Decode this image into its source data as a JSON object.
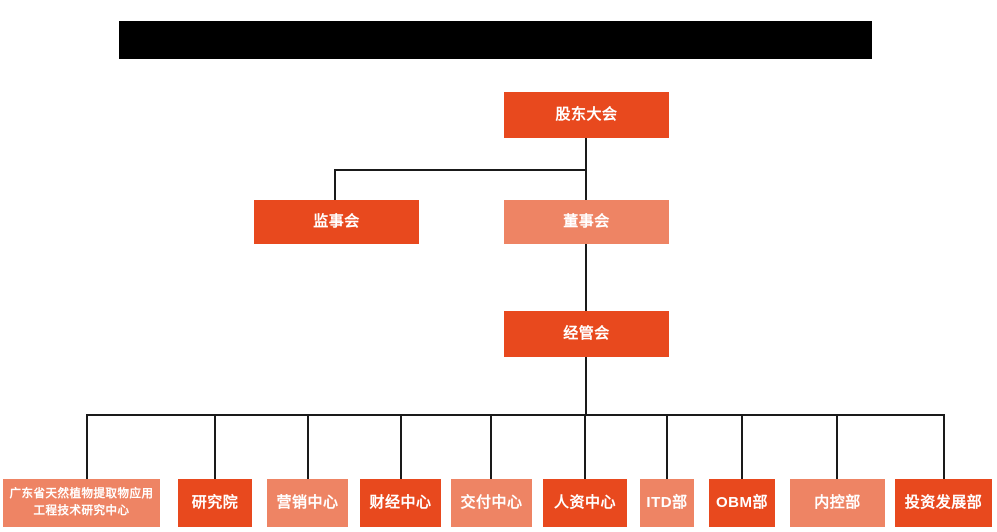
{
  "diagram": {
    "type": "org-chart",
    "title_banner": {
      "label": "",
      "color": "#000000",
      "note": "redacted-black-bar"
    },
    "colors": {
      "dark_orange": "#e8491e",
      "light_orange": "#ee8464",
      "connector": "#1a1a1a",
      "text": "#ffffff",
      "background": "#ffffff"
    },
    "nodes": [
      {
        "id": "shareholders",
        "label": "股东大会",
        "tone": "dark",
        "level": 0
      },
      {
        "id": "supervisory",
        "label": "监事会",
        "tone": "dark",
        "level": 1
      },
      {
        "id": "board",
        "label": "董事会",
        "tone": "light",
        "level": 1
      },
      {
        "id": "management",
        "label": "经管会",
        "tone": "dark",
        "level": 2
      },
      {
        "id": "research-ctr",
        "label": "广东省天然植物提取物应用工程技术研究中心",
        "tone": "light",
        "level": 3
      },
      {
        "id": "institute",
        "label": "研究院",
        "tone": "dark",
        "level": 3
      },
      {
        "id": "marketing",
        "label": "营销中心",
        "tone": "light",
        "level": 3
      },
      {
        "id": "finance",
        "label": "财经中心",
        "tone": "dark",
        "level": 3
      },
      {
        "id": "delivery",
        "label": "交付中心",
        "tone": "light",
        "level": 3
      },
      {
        "id": "hr",
        "label": "人资中心",
        "tone": "dark",
        "level": 3
      },
      {
        "id": "itd",
        "label": "ITD部",
        "tone": "light",
        "level": 3
      },
      {
        "id": "obm",
        "label": "OBM部",
        "tone": "dark",
        "level": 3
      },
      {
        "id": "internal-ctrl",
        "label": "内控部",
        "tone": "light",
        "level": 3
      },
      {
        "id": "investment",
        "label": "投资发展部",
        "tone": "dark",
        "level": 3
      }
    ],
    "edges": [
      {
        "from": "shareholders",
        "to": "supervisory"
      },
      {
        "from": "shareholders",
        "to": "board"
      },
      {
        "from": "board",
        "to": "management"
      },
      {
        "from": "management",
        "to": "research-ctr"
      },
      {
        "from": "management",
        "to": "institute"
      },
      {
        "from": "management",
        "to": "marketing"
      },
      {
        "from": "management",
        "to": "finance"
      },
      {
        "from": "management",
        "to": "delivery"
      },
      {
        "from": "management",
        "to": "hr"
      },
      {
        "from": "management",
        "to": "itd"
      },
      {
        "from": "management",
        "to": "obm"
      },
      {
        "from": "management",
        "to": "internal-ctrl"
      },
      {
        "from": "management",
        "to": "investment"
      }
    ]
  }
}
